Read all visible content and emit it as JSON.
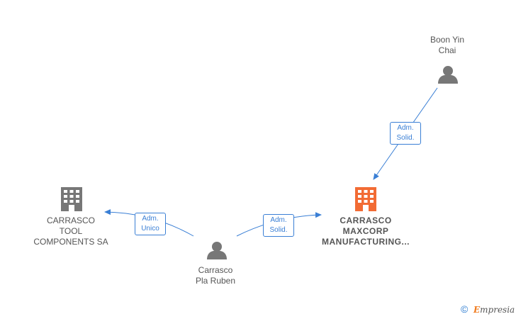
{
  "colors": {
    "edge": "#3a7fd5",
    "person": "#777777",
    "company": "#777777",
    "company_main": "#f26b34",
    "brand_accent": "#f07a1c"
  },
  "nodes": {
    "boon": {
      "type": "person",
      "line1": "Boon Yin",
      "line2": "Chai"
    },
    "tool": {
      "type": "company",
      "line1": "CARRASCO",
      "line2": "TOOL",
      "line3": "COMPONENTS SA"
    },
    "maxcorp": {
      "type": "company-main",
      "line1": "CARRASCO",
      "line2": "MAXCORP",
      "line3": "MANUFACTURING..."
    },
    "ruben": {
      "type": "person",
      "line1": "Carrasco",
      "line2": "Pla Ruben"
    }
  },
  "edges": {
    "boon_maxcorp": {
      "line1": "Adm.",
      "line2": "Solid."
    },
    "ruben_tool": {
      "line1": "Adm.",
      "line2": "Unico"
    },
    "ruben_maxcorp": {
      "line1": "Adm.",
      "line2": "Solid."
    }
  },
  "footer": {
    "copyright": "©",
    "brand_initial": "E",
    "brand_rest": "mpresia"
  }
}
